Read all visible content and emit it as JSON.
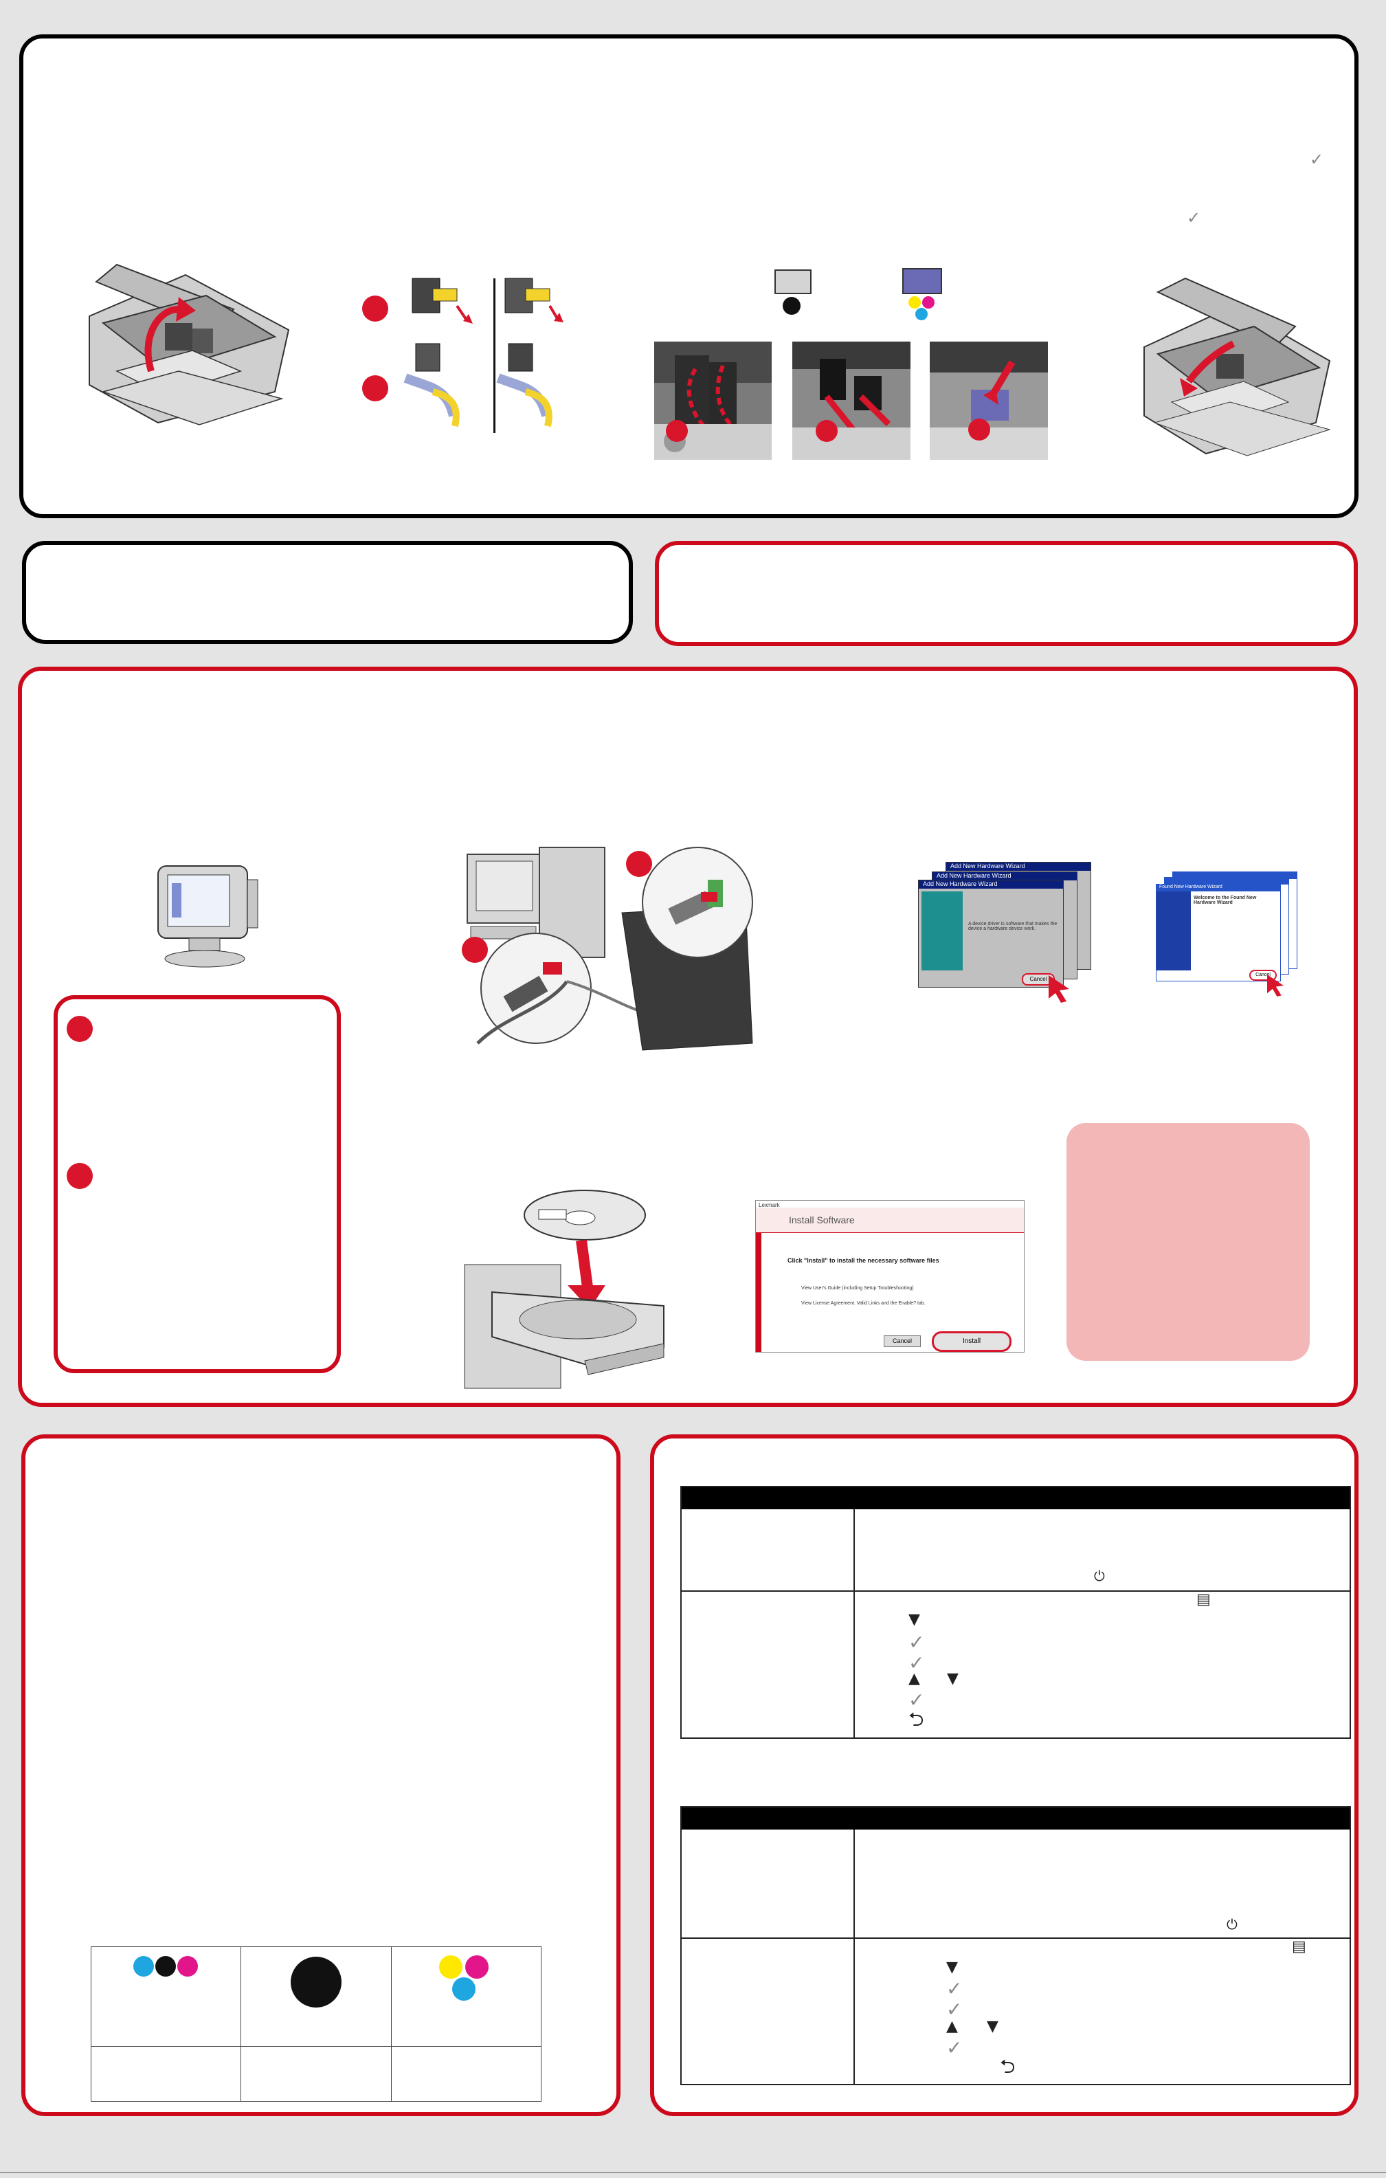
{
  "install_dialog": {
    "brand": "Lexmark",
    "title": "Install Software",
    "instruction": "Click \"Install\" to install the necessary software files",
    "link_guide": "View User's Guide (including Setup Troubleshooting)",
    "link_license": "View License Agreement. Valid Links and the Enable? tab.",
    "cancel_label": "Cancel",
    "install_label": "Install"
  },
  "wizard_old": {
    "title": "Add New Hardware Wizard",
    "message": "A device driver is software that makes the device a hardware device work.",
    "cancel_label": "Cancel"
  },
  "wizard_xp": {
    "title": "Found New Hardware Wizard",
    "heading": "Welcome to the Found New Hardware Wizard",
    "cancel_label": "Cancel"
  },
  "colors": {
    "accent_red": "#cc0a1c",
    "dot_red": "#d9152b",
    "pink_note": "#f4b7b7",
    "cyan": "#1fa6e0",
    "magenta": "#e2158a",
    "yellow": "#ffe800",
    "black": "#111111",
    "cartridge_blue": "#6b6bb5"
  },
  "icons": {
    "check": "check-icon",
    "power": "power-icon",
    "menu": "menu-icon",
    "up": "arrow-up-icon",
    "down": "arrow-down-icon",
    "back": "back-icon"
  }
}
